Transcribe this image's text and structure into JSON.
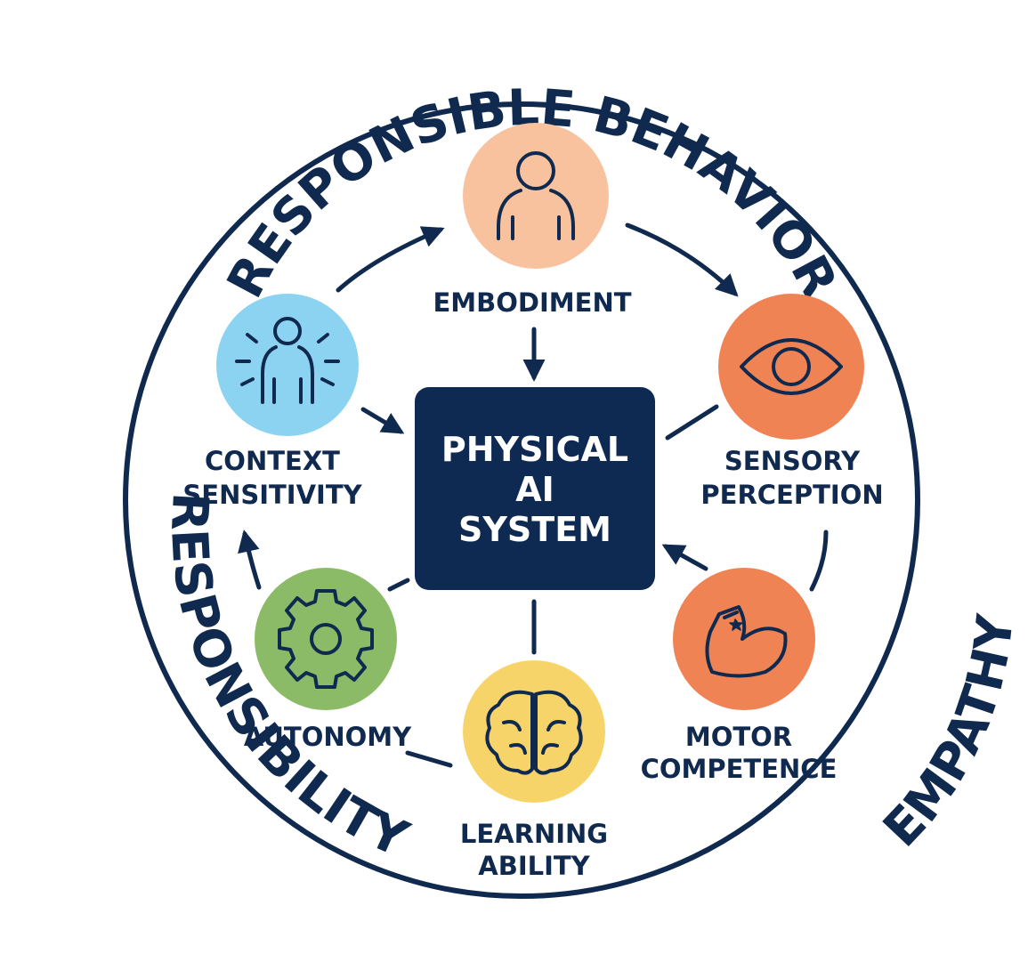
{
  "ring": {
    "top_text": "RESPONSIBLE BEHAVIOR",
    "left_text": "RESPONSIBILITY",
    "right_text": "EMPATHY"
  },
  "center": {
    "line1": "PHYSICAL",
    "line2": "AI",
    "line3": "SYSTEM",
    "color": "#0f2a52"
  },
  "nodes": {
    "embodiment": {
      "label": "EMBODIMENT",
      "color": "#f7c29d",
      "icon": "person-icon"
    },
    "sensory": {
      "line1": "SENSORY",
      "line2": "PERCEPTION",
      "color": "#ef8354",
      "icon": "eye-icon"
    },
    "motor": {
      "line1": "MOTOR",
      "line2": "COMPETENCE",
      "color": "#ef8354",
      "icon": "flexed-arm-icon"
    },
    "learning": {
      "line1": "LEARNING",
      "line2": "ABILITY",
      "color": "#f7d46a",
      "icon": "brain-icon"
    },
    "autonomy": {
      "label": "AUTONOMY",
      "color": "#8bbb67",
      "icon": "gear-icon"
    },
    "context": {
      "line1": "CONTEXT",
      "line2": "SENSITIVITY",
      "color": "#8cd3f2",
      "icon": "radiating-person-icon"
    }
  },
  "colors": {
    "navy": "#10294f",
    "background": "#ffffff"
  }
}
